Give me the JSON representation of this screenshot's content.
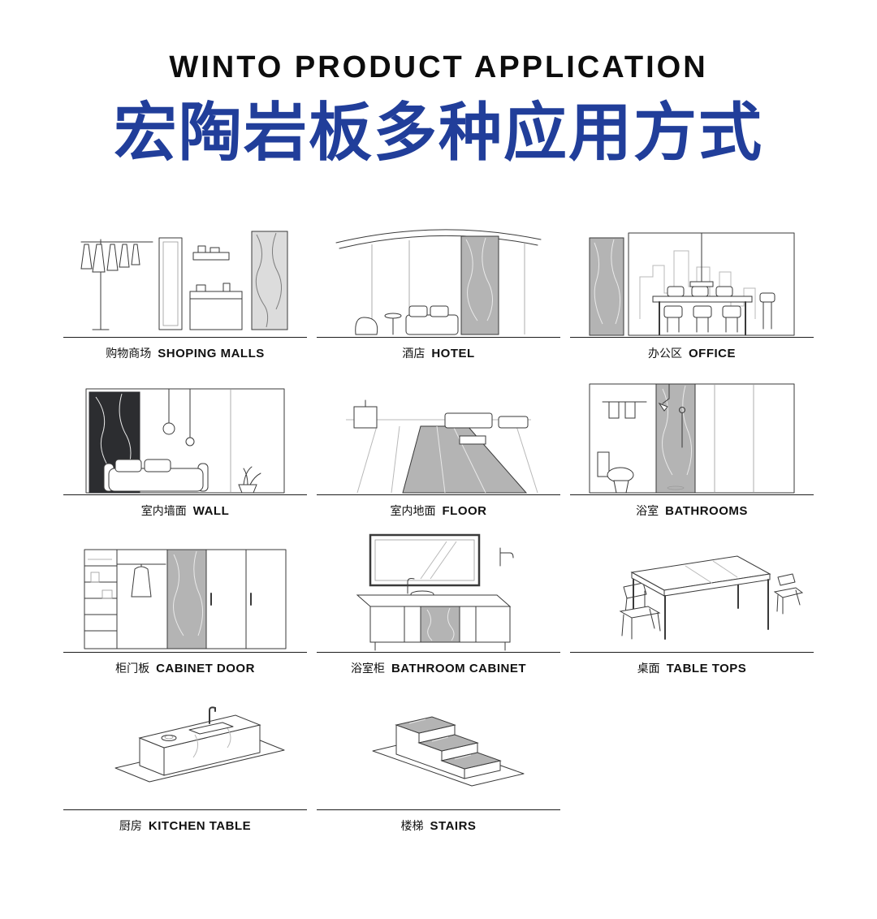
{
  "header": {
    "title_en": "WINTO PRODUCT APPLICATION",
    "title_zh": "宏陶岩板多种应用方式",
    "title_color": "#213e9a"
  },
  "items": [
    {
      "zh": "购物商场",
      "en": "SHOPING MALLS",
      "icon": "shopping-mall-illustration"
    },
    {
      "zh": "酒店",
      "en": "HOTEL",
      "icon": "hotel-illustration"
    },
    {
      "zh": "办公区",
      "en": "OFFICE",
      "icon": "office-illustration"
    },
    {
      "zh": "室内墙面",
      "en": "WALL",
      "icon": "interior-wall-illustration"
    },
    {
      "zh": "室内地面",
      "en": "FLOOR",
      "icon": "interior-floor-illustration"
    },
    {
      "zh": "浴室",
      "en": "BATHROOMS",
      "icon": "bathroom-illustration"
    },
    {
      "zh": "柜门板",
      "en": "CABINET DOOR",
      "icon": "cabinet-door-illustration"
    },
    {
      "zh": "浴室柜",
      "en": "BATHROOM CABINET",
      "icon": "bathroom-cabinet-illustration"
    },
    {
      "zh": "桌面",
      "en": "TABLE TOPS",
      "icon": "table-top-illustration"
    },
    {
      "zh": "厨房",
      "en": "KITCHEN TABLE",
      "icon": "kitchen-table-illustration"
    },
    {
      "zh": "楼梯",
      "en": "STAIRS",
      "icon": "stairs-illustration"
    }
  ]
}
